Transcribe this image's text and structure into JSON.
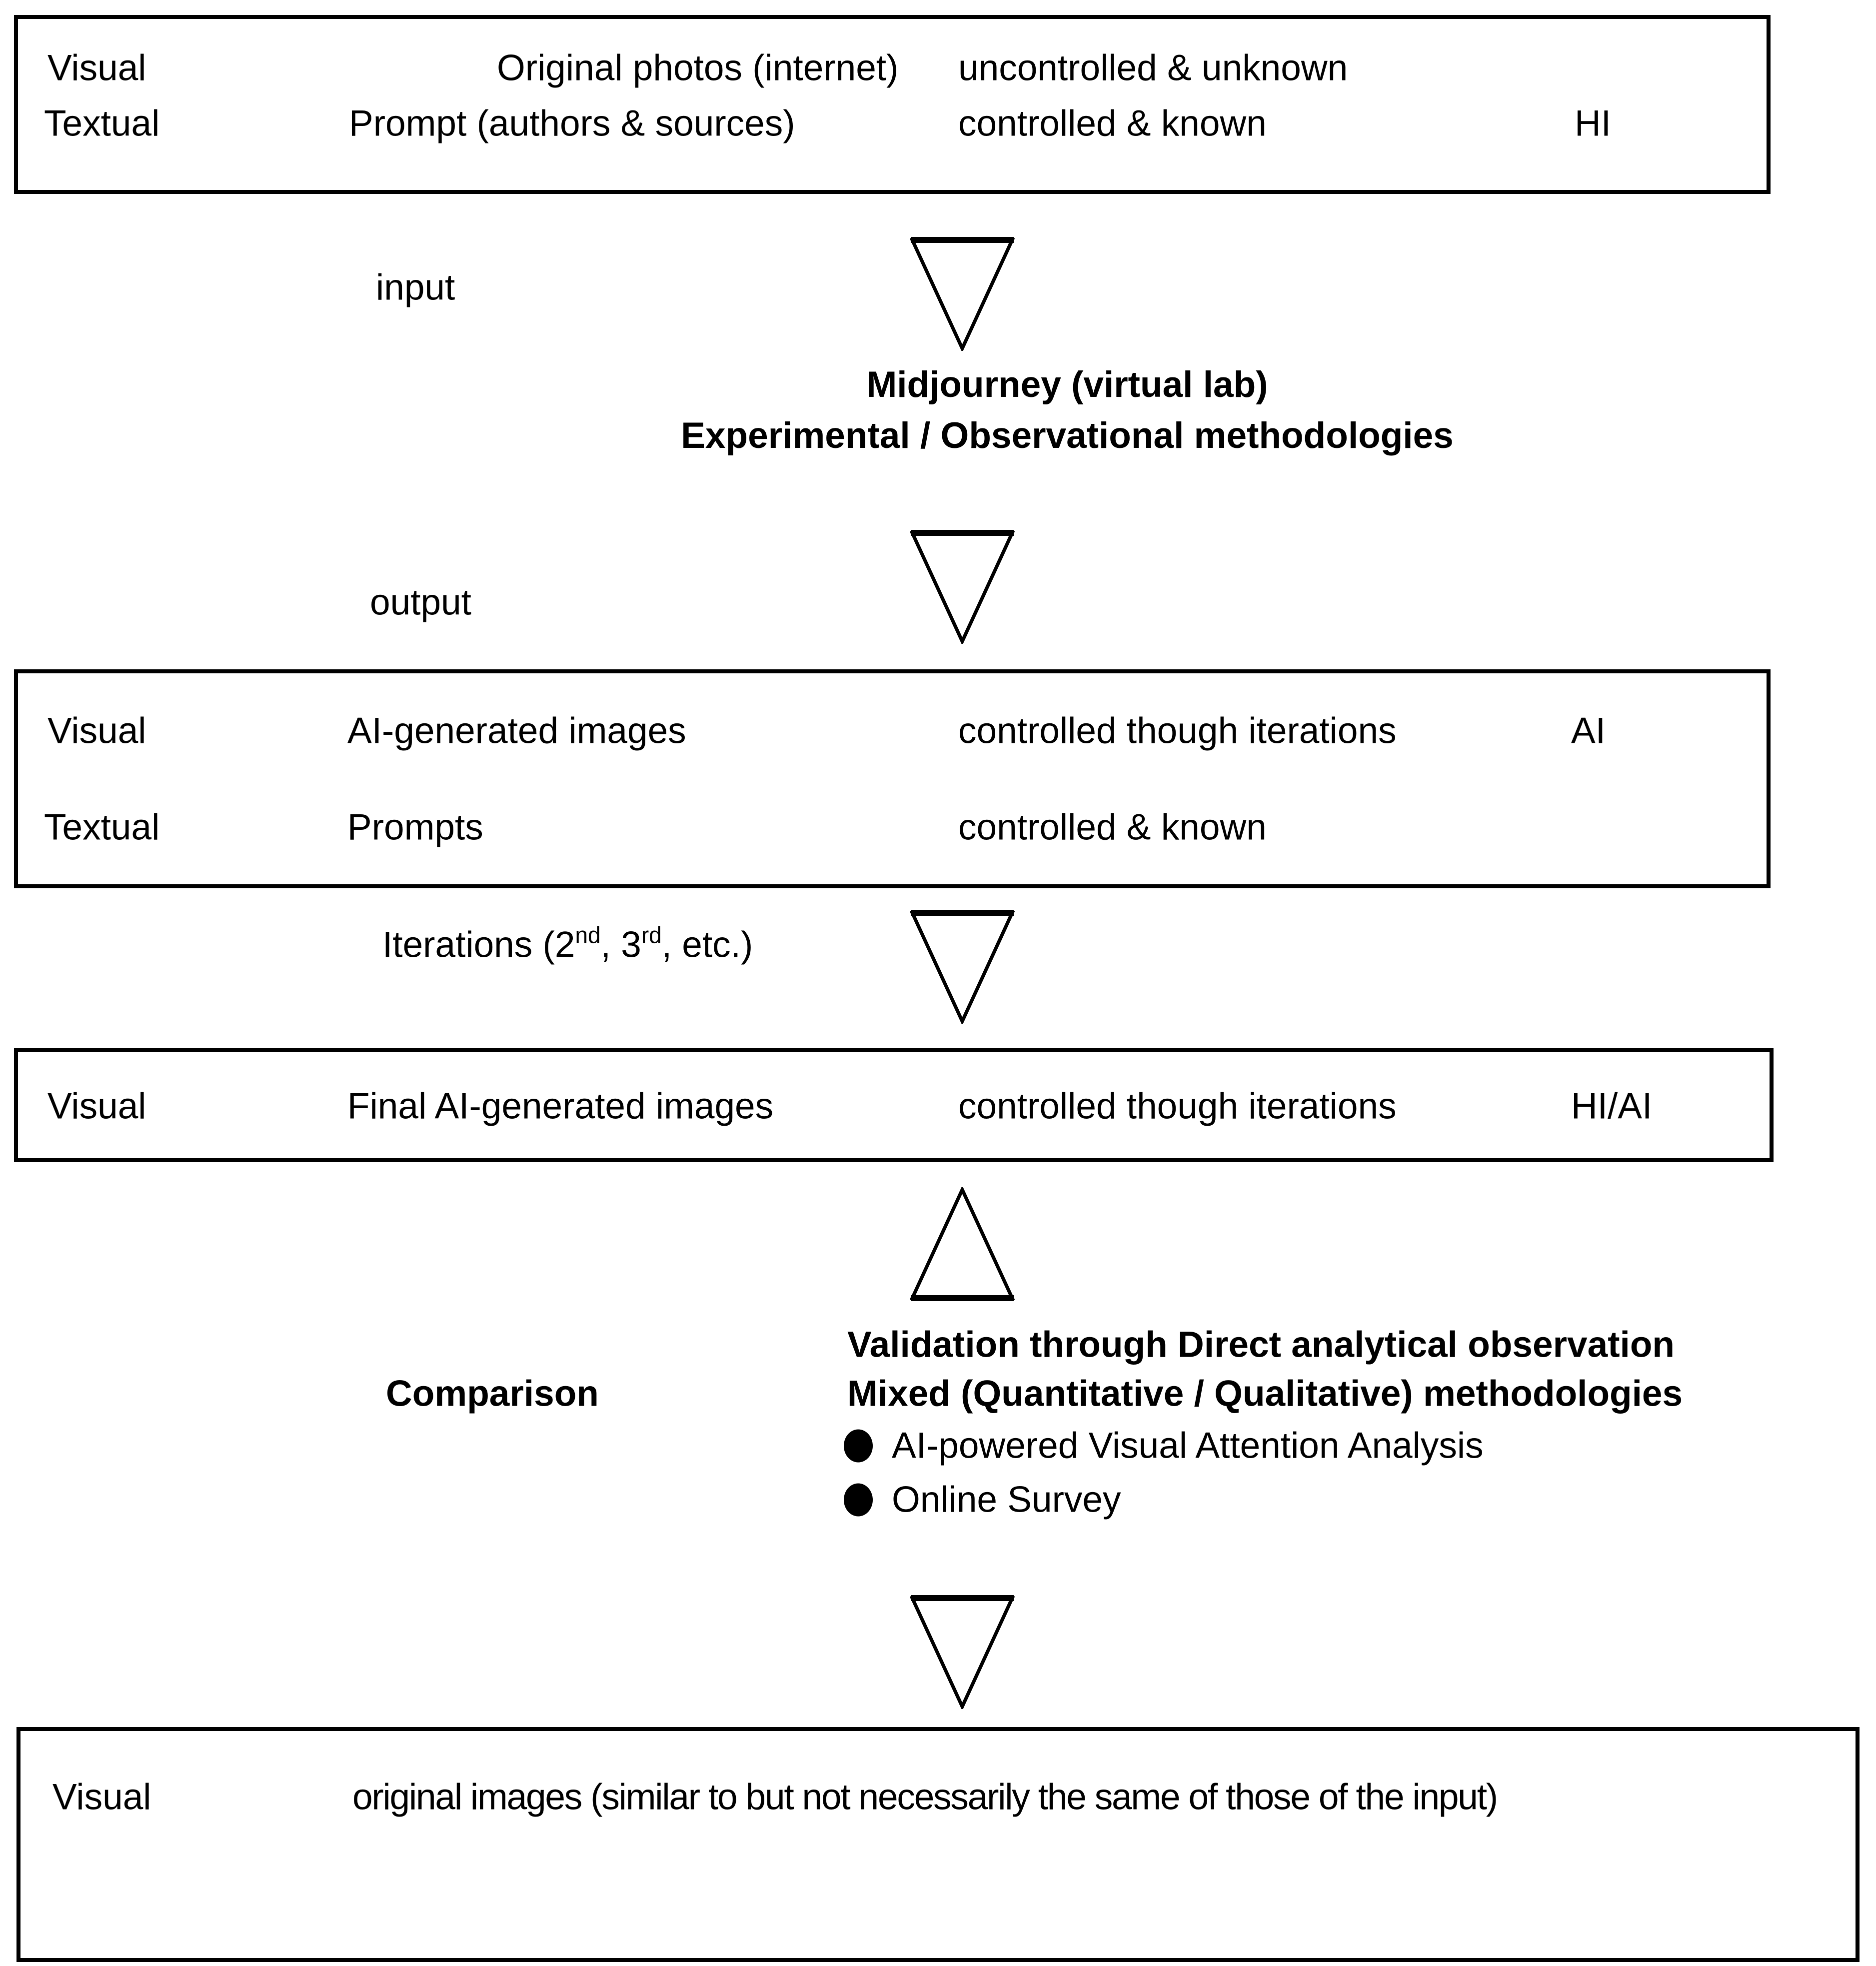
{
  "colors": {
    "ink": "#000000",
    "background": "#ffffff"
  },
  "boxes": {
    "box1": {
      "rows": [
        {
          "col1": "Visual",
          "col2": "Original photos (internet)",
          "col3": "uncontrolled & unknown"
        },
        {
          "col1": "Textual",
          "col2": "Prompt (authors & sources)",
          "col3": "controlled & known",
          "col4": "HI"
        }
      ]
    },
    "box2": {
      "rows": [
        {
          "col1": "Visual",
          "col2": "AI-generated images",
          "col3": "controlled though iterations",
          "col4": "AI"
        },
        {
          "col1": "Textual",
          "col2": "Prompts",
          "col3": "controlled & known"
        }
      ]
    },
    "box3": {
      "rows": [
        {
          "col1": "Visual",
          "col2": "Final AI-generated images",
          "col3": "controlled though iterations",
          "col4": "HI/AI"
        }
      ]
    },
    "box4": {
      "rows": [
        {
          "col1": "Visual",
          "col2": "original images (similar to but not necessarily the same of those of the input)"
        }
      ]
    }
  },
  "labels": {
    "input": "input",
    "output": "output",
    "comparison": "Comparison",
    "iterations": {
      "p1": "Iterations (2",
      "sup1": "nd",
      "p2": ", 3",
      "sup2": "rd",
      "p3": ", etc.)"
    }
  },
  "process": {
    "line1": "Midjourney (virtual lab)",
    "line2": "Experimental / Observational methodologies"
  },
  "validation": {
    "line1": "Validation through Direct analytical observation",
    "line2": "Mixed (Quantitative / Qualitative) methodologies",
    "bullets": [
      "AI-powered Visual Attention Analysis",
      "Online Survey"
    ]
  }
}
